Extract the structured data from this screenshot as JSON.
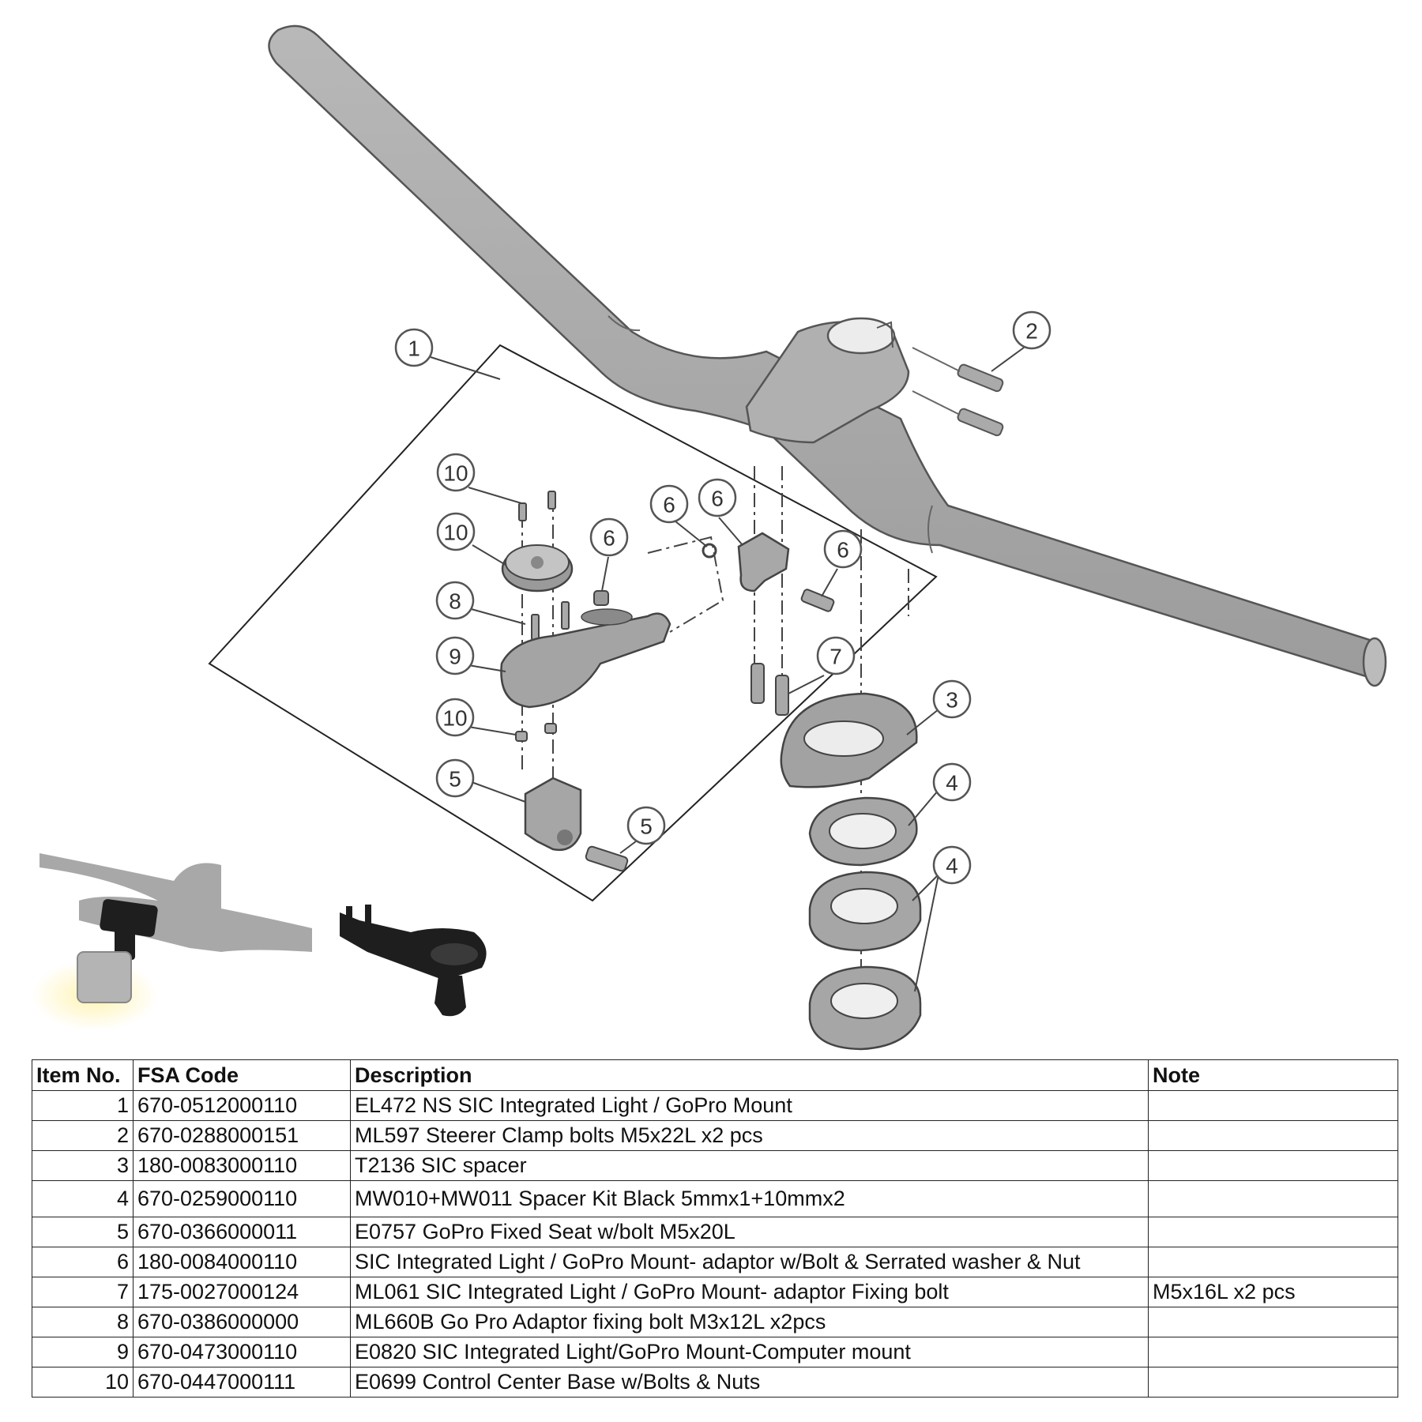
{
  "table": {
    "headers": [
      "Item No.",
      "FSA Code",
      "Description",
      "Note"
    ],
    "rows": [
      {
        "item": "1",
        "code": "670-0512000110",
        "description": "EL472 NS SIC Integrated Light / GoPro Mount",
        "note": ""
      },
      {
        "item": "2",
        "code": "670-0288000151",
        "description": "ML597 Steerer Clamp bolts M5x22L x2 pcs",
        "note": ""
      },
      {
        "item": "3",
        "code": "180-0083000110",
        "description": "T2136 SIC spacer",
        "note": ""
      },
      {
        "item": "4",
        "code": "670-0259000110",
        "description": "MW010+MW011 Spacer Kit Black 5mmx1+10mmx2",
        "note": ""
      },
      {
        "item": "5",
        "code": "670-0366000011",
        "description": "E0757 GoPro Fixed Seat w/bolt M5x20L",
        "note": ""
      },
      {
        "item": "6",
        "code": "180-0084000110",
        "description": "SIC Integrated Light / GoPro Mount- adaptor w/Bolt & Serrated washer & Nut",
        "note": ""
      },
      {
        "item": "7",
        "code": "175-0027000124",
        "description": "ML061 SIC Integrated Light / GoPro Mount- adaptor Fixing bolt",
        "note": "M5x16L x2 pcs"
      },
      {
        "item": "8",
        "code": "670-0386000000",
        "description": "ML660B Go Pro Adaptor fixing bolt M3x12L x2pcs",
        "note": ""
      },
      {
        "item": "9",
        "code": "670-0473000110",
        "description": "E0820 SIC Integrated Light/GoPro Mount-Computer mount",
        "note": ""
      },
      {
        "item": "10",
        "code": "670-0447000111",
        "description": "E0699 Control Center Base w/Bolts & Nuts",
        "note": ""
      }
    ]
  },
  "callouts": [
    "1",
    "2",
    "3",
    "4",
    "4",
    "5",
    "5",
    "6",
    "6",
    "6",
    "6",
    "7",
    "8",
    "9",
    "10",
    "10",
    "10"
  ],
  "colors": {
    "part_fill": "#a9a9a9",
    "part_stroke": "#555555",
    "dark_part": "#1e1e1e",
    "callout_stroke": "#555555",
    "line": "#444444"
  }
}
